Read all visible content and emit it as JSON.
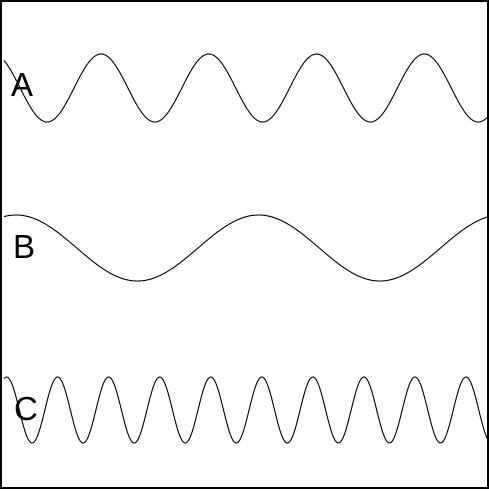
{
  "waves": [
    {
      "label": "A",
      "cycles": 4.5,
      "phase": 0.35
    },
    {
      "label": "B",
      "cycles": 2.0,
      "phase": 0.2
    },
    {
      "label": "C",
      "cycles": 9.5,
      "phase": 0.2
    }
  ],
  "colors": {
    "stroke": "#000000",
    "background": "#ffffff",
    "border": "#000000"
  }
}
